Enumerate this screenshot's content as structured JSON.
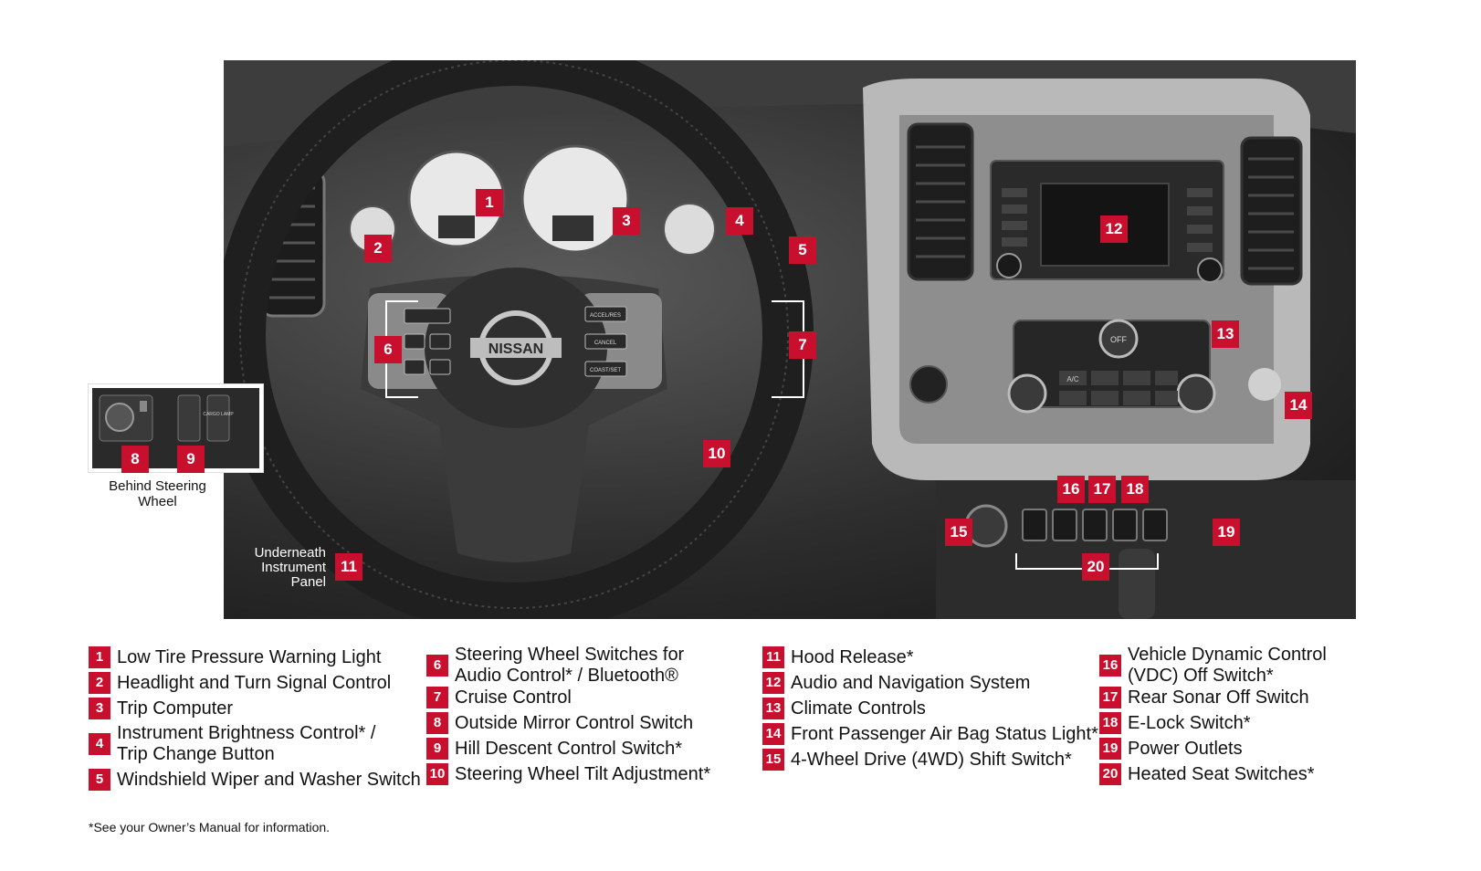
{
  "callouts": [
    "1",
    "2",
    "3",
    "4",
    "5",
    "6",
    "7",
    "8",
    "9",
    "10",
    "11",
    "12",
    "13",
    "14",
    "15",
    "16",
    "17",
    "18",
    "19",
    "20"
  ],
  "captions": {
    "behind_wheel_line1": "Behind Steering",
    "behind_wheel_line2": "Wheel",
    "underneath_line1": "Underneath",
    "underneath_line2": "Instrument",
    "underneath_line3": "Panel"
  },
  "photo_text": {
    "brand": "NISSAN",
    "btn_accel": "ACCEL/RES",
    "btn_cancel": "CANCEL",
    "btn_coast": "COAST/SET",
    "btn_off": "OFF",
    "btn_ac": "A/C",
    "cargo_lamp": "CARGO LAMP"
  },
  "legend": [
    {
      "num": "1",
      "text": "Low Tire Pressure Warning Light"
    },
    {
      "num": "2",
      "text": "Headlight and Turn Signal Control"
    },
    {
      "num": "3",
      "text": "Trip Computer"
    },
    {
      "num": "4",
      "text": "Instrument Brightness Control* /",
      "text2": "Trip Change Button"
    },
    {
      "num": "5",
      "text": "Windshield Wiper and Washer Switch"
    },
    {
      "num": "6",
      "text": "Steering Wheel Switches for",
      "text2": "Audio Control* / Bluetooth®"
    },
    {
      "num": "7",
      "text": "Cruise Control"
    },
    {
      "num": "8",
      "text": "Outside Mirror Control Switch"
    },
    {
      "num": "9",
      "text": "Hill Descent Control Switch*"
    },
    {
      "num": "10",
      "text": "Steering Wheel Tilt Adjustment*"
    },
    {
      "num": "11",
      "text": "Hood Release*"
    },
    {
      "num": "12",
      "text": "Audio and Navigation System"
    },
    {
      "num": "13",
      "text": "Climate Controls"
    },
    {
      "num": "14",
      "text": "Front Passenger Air Bag Status Light*"
    },
    {
      "num": "15",
      "text": "4-Wheel Drive (4WD) Shift Switch*"
    },
    {
      "num": "16",
      "text": "Vehicle Dynamic Control",
      "text2": "(VDC) Off Switch*"
    },
    {
      "num": "17",
      "text": "Rear Sonar Off Switch"
    },
    {
      "num": "18",
      "text": "E-Lock Switch*"
    },
    {
      "num": "19",
      "text": "Power Outlets"
    },
    {
      "num": "20",
      "text": "Heated Seat Switches*"
    }
  ],
  "footnote": "*See your Owner’s Manual for information.",
  "colors": {
    "accent": "#c8102e",
    "text": "#1a1a1a",
    "background": "#ffffff"
  }
}
